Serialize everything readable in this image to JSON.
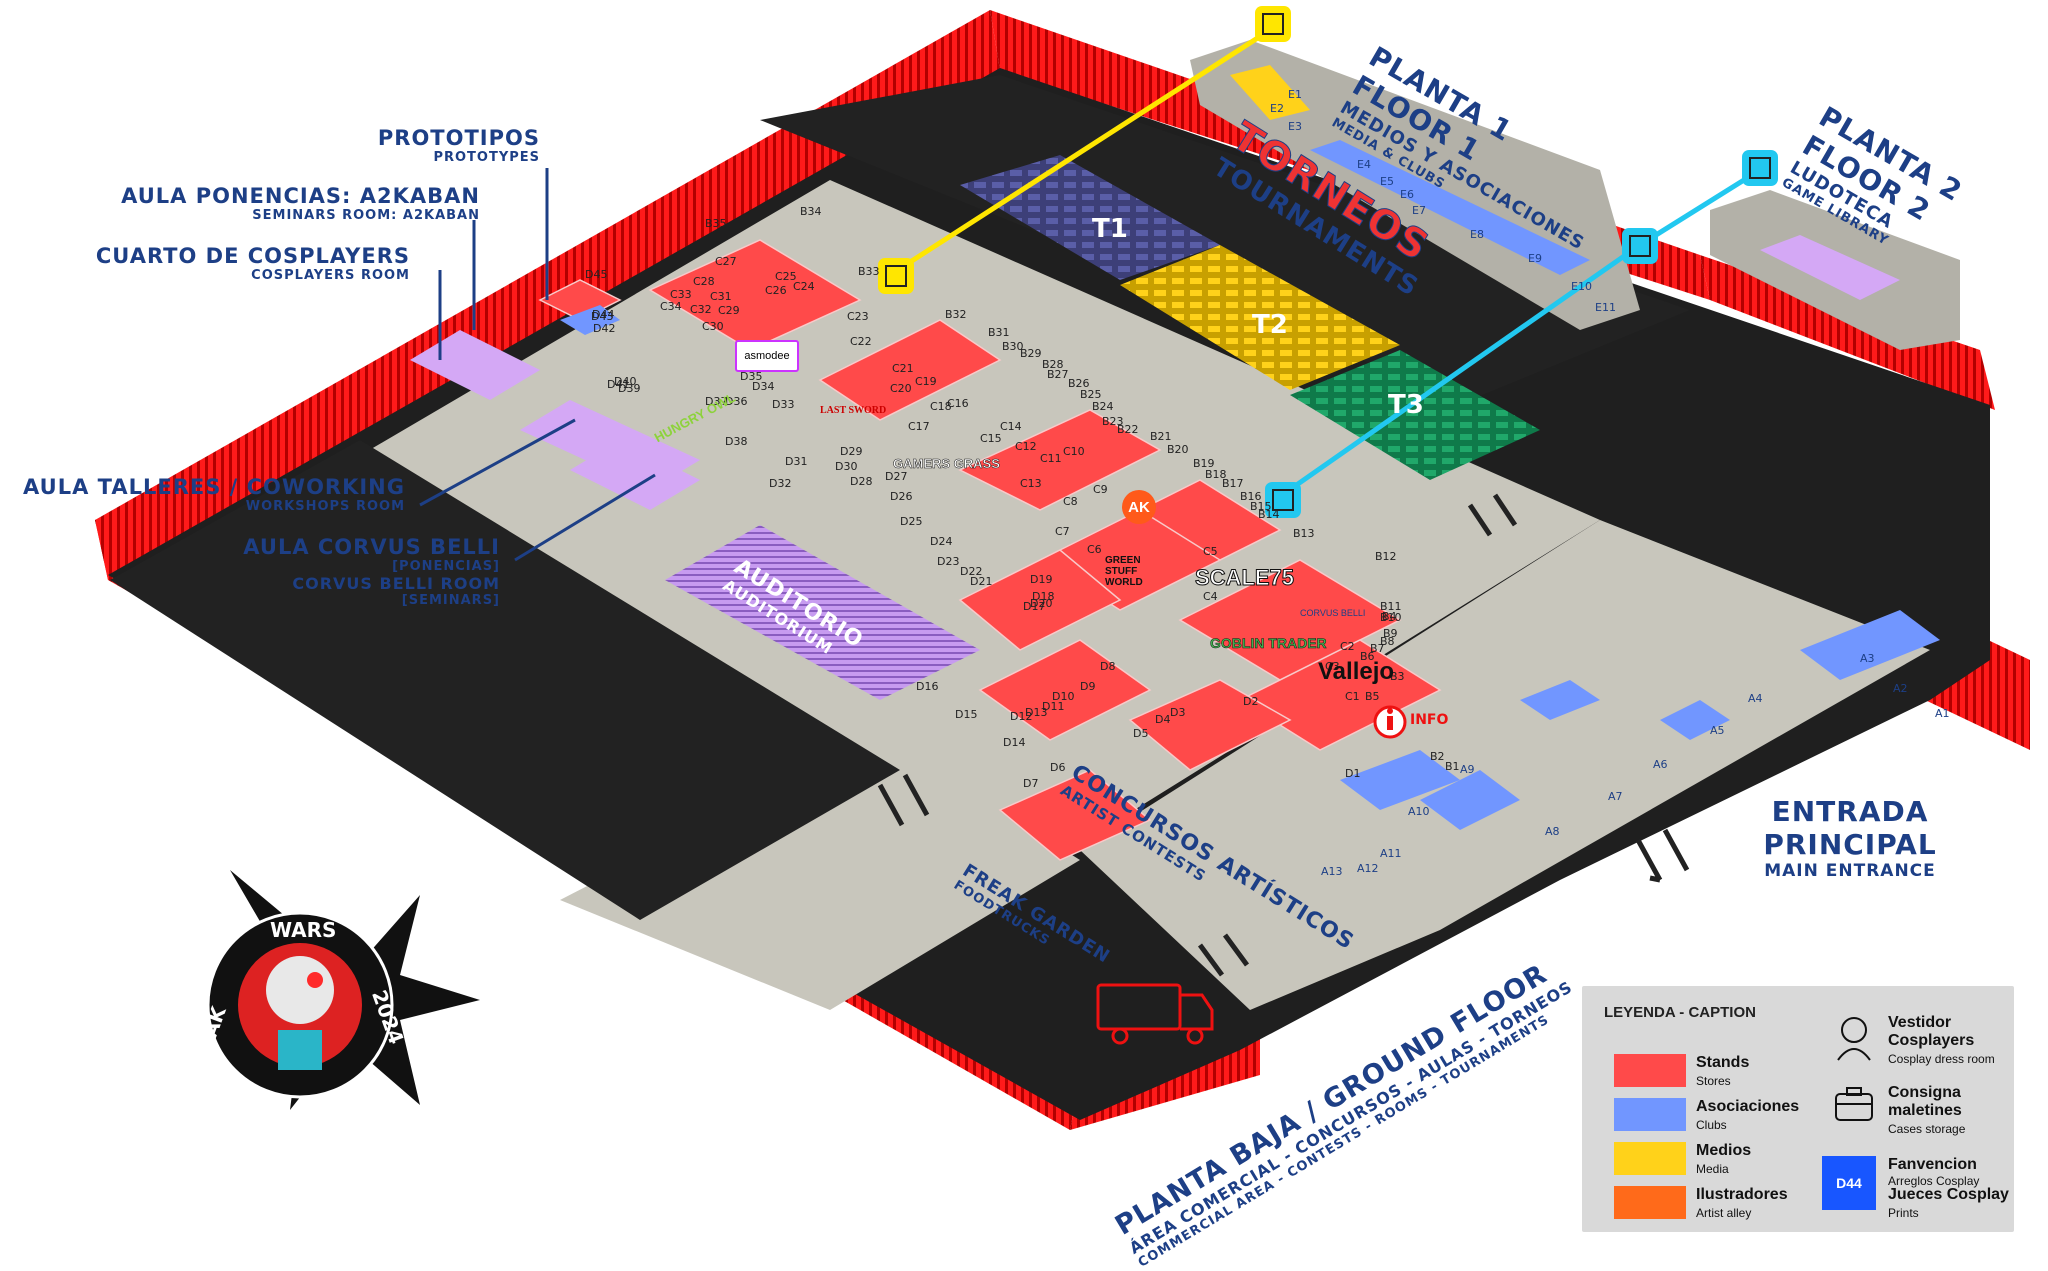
{
  "floor1": {
    "title_es": "PLANTA 1",
    "title_en": "FLOOR 1",
    "subtitle_es": "MEDIOS Y ASOCIACIONES",
    "subtitle_en": "MEDIA & CLUBS"
  },
  "floor2": {
    "title_es": "PLANTA 2",
    "title_en": "FLOOR 2",
    "subtitle_es": "LUDOTECA",
    "subtitle_en": "GAME LIBRARY"
  },
  "tournaments": {
    "title_es": "TORNEOS",
    "title_en": "TOURNAMENTS",
    "zones": [
      "T1",
      "T2",
      "T3"
    ]
  },
  "rooms": {
    "prototypes": {
      "es": "PROTOTIPOS",
      "en": "PROTOTYPES"
    },
    "seminars": {
      "es": "AULA PONENCIAS: A2KABAN",
      "en": "SEMINARS ROOM: A2KABAN"
    },
    "cosplayers": {
      "es": "CUARTO DE COSPLAYERS",
      "en": "COSPLAYERS ROOM"
    },
    "workshops": {
      "es": "AULA TALLERES / COWORKING",
      "en": "WORKSHOPS ROOM"
    },
    "corvus": {
      "es": "AULA CORVUS BELLI",
      "es2": "[PONENCIAS]",
      "en": "CORVUS BELLI ROOM",
      "en2": "[SEMINARS]"
    },
    "auditorium": {
      "es": "AUDITORIO",
      "en": "AUDITORIUM"
    },
    "contests": {
      "es": "CONCURSOS ARTÍSTICOS",
      "en": "ARTIST CONTESTS"
    },
    "garden": {
      "es": "FREAK GARDEN",
      "en": "FOODTRUCKS"
    }
  },
  "entrance": {
    "es1": "ENTRADA",
    "es2": "PRINCIPAL",
    "en": "MAIN ENTRANCE"
  },
  "ground_floor": {
    "title": "PLANTA BAJA / GROUND FLOOR",
    "sub_es": "ÁREA COMERCIAL - CONCURSOS - AULAS - TORNEOS",
    "sub_en": "COMMERCIAL AREA - CONTESTS - ROOMS - TOURNAMENTS"
  },
  "info_label": "INFO",
  "brands": {
    "asmodee": "asmodee",
    "scale75": "SCALE75",
    "vallejo": "Vallejo",
    "corvus": "CORVUS BELLI",
    "ak": "AK",
    "greenstuff": "GREEN STUFF WORLD",
    "gamers_grass": "GAMERS GRASS",
    "goblin_trader": "GOBLIN TRADER",
    "last_sword": "LAST SWORD",
    "hungry": "HUNGRY OWL"
  },
  "festival_logo": {
    "left": "FREAK",
    "top": "WARS",
    "right": "2024"
  },
  "legend": {
    "title": "LEYENDA - CAPTION",
    "items": [
      {
        "label": "Stands",
        "sub": "Stores",
        "color": "#ff4a4a"
      },
      {
        "label": "Asociaciones",
        "sub": "Clubs",
        "color": "#7196ff"
      },
      {
        "label": "Medios",
        "sub": "Media",
        "color": "#ffd21a"
      },
      {
        "label": "Ilustradores",
        "sub": "Artist alley",
        "color": "#ff6a1a"
      }
    ],
    "right_items": [
      {
        "label": "Vestidor",
        "label2": "Cosplayers",
        "sub": "Cosplay dress room",
        "icon": "cosplayer-icon"
      },
      {
        "label": "Consigna",
        "label2": "maletines",
        "sub": "Cases storage",
        "icon": "briefcase-icon"
      },
      {
        "box": "D44",
        "label": "Fanvencion",
        "sub": "Arreglos Cosplay",
        "label2": "Jueces Cosplay",
        "sub2": "Prints",
        "color": "#1856ff"
      }
    ]
  },
  "stands": {
    "C": [
      "C1",
      "C2",
      "C3",
      "C4",
      "C5",
      "C6",
      "C7",
      "C8",
      "C9",
      "C10",
      "C11",
      "C12",
      "C13",
      "C14",
      "C15",
      "C16",
      "C17",
      "C18",
      "C19",
      "C20",
      "C21",
      "C22",
      "C23",
      "C24",
      "C25",
      "C26",
      "C27",
      "C28",
      "C29",
      "C30",
      "C31",
      "C32",
      "C33",
      "C34"
    ],
    "D": [
      "D1",
      "D2",
      "D3",
      "D4",
      "D5",
      "D6",
      "D7",
      "D8",
      "D9",
      "D10",
      "D11",
      "D12",
      "D13",
      "D14",
      "D15",
      "D16",
      "D17",
      "D18",
      "D19",
      "D20",
      "D21",
      "D22",
      "D23",
      "D24",
      "D25",
      "D26",
      "D27",
      "D28",
      "D29",
      "D30",
      "D31",
      "D32",
      "D33",
      "D34",
      "D35",
      "D36",
      "D37",
      "D38",
      "D39",
      "D40",
      "D41",
      "D42",
      "D43",
      "D44",
      "D45"
    ],
    "B": [
      "B1",
      "B2",
      "B3",
      "B4",
      "B5",
      "B6",
      "B7",
      "B8",
      "B9",
      "B10",
      "B11",
      "B12",
      "B13",
      "B14",
      "B15",
      "B16",
      "B17",
      "B18",
      "B19",
      "B20",
      "B21",
      "B22",
      "B23",
      "B24",
      "B25",
      "B26",
      "B27",
      "B28",
      "B29",
      "B30",
      "B31",
      "B32",
      "B33",
      "B34",
      "B35"
    ],
    "A": [
      "A1",
      "A2",
      "A3",
      "A4",
      "A5",
      "A6",
      "A7",
      "A8",
      "A9",
      "A10",
      "A11",
      "A12",
      "A13"
    ],
    "E": [
      "E1",
      "E2",
      "E3",
      "E4",
      "E5",
      "E6",
      "E7",
      "E8",
      "E9",
      "E10",
      "E11"
    ]
  }
}
